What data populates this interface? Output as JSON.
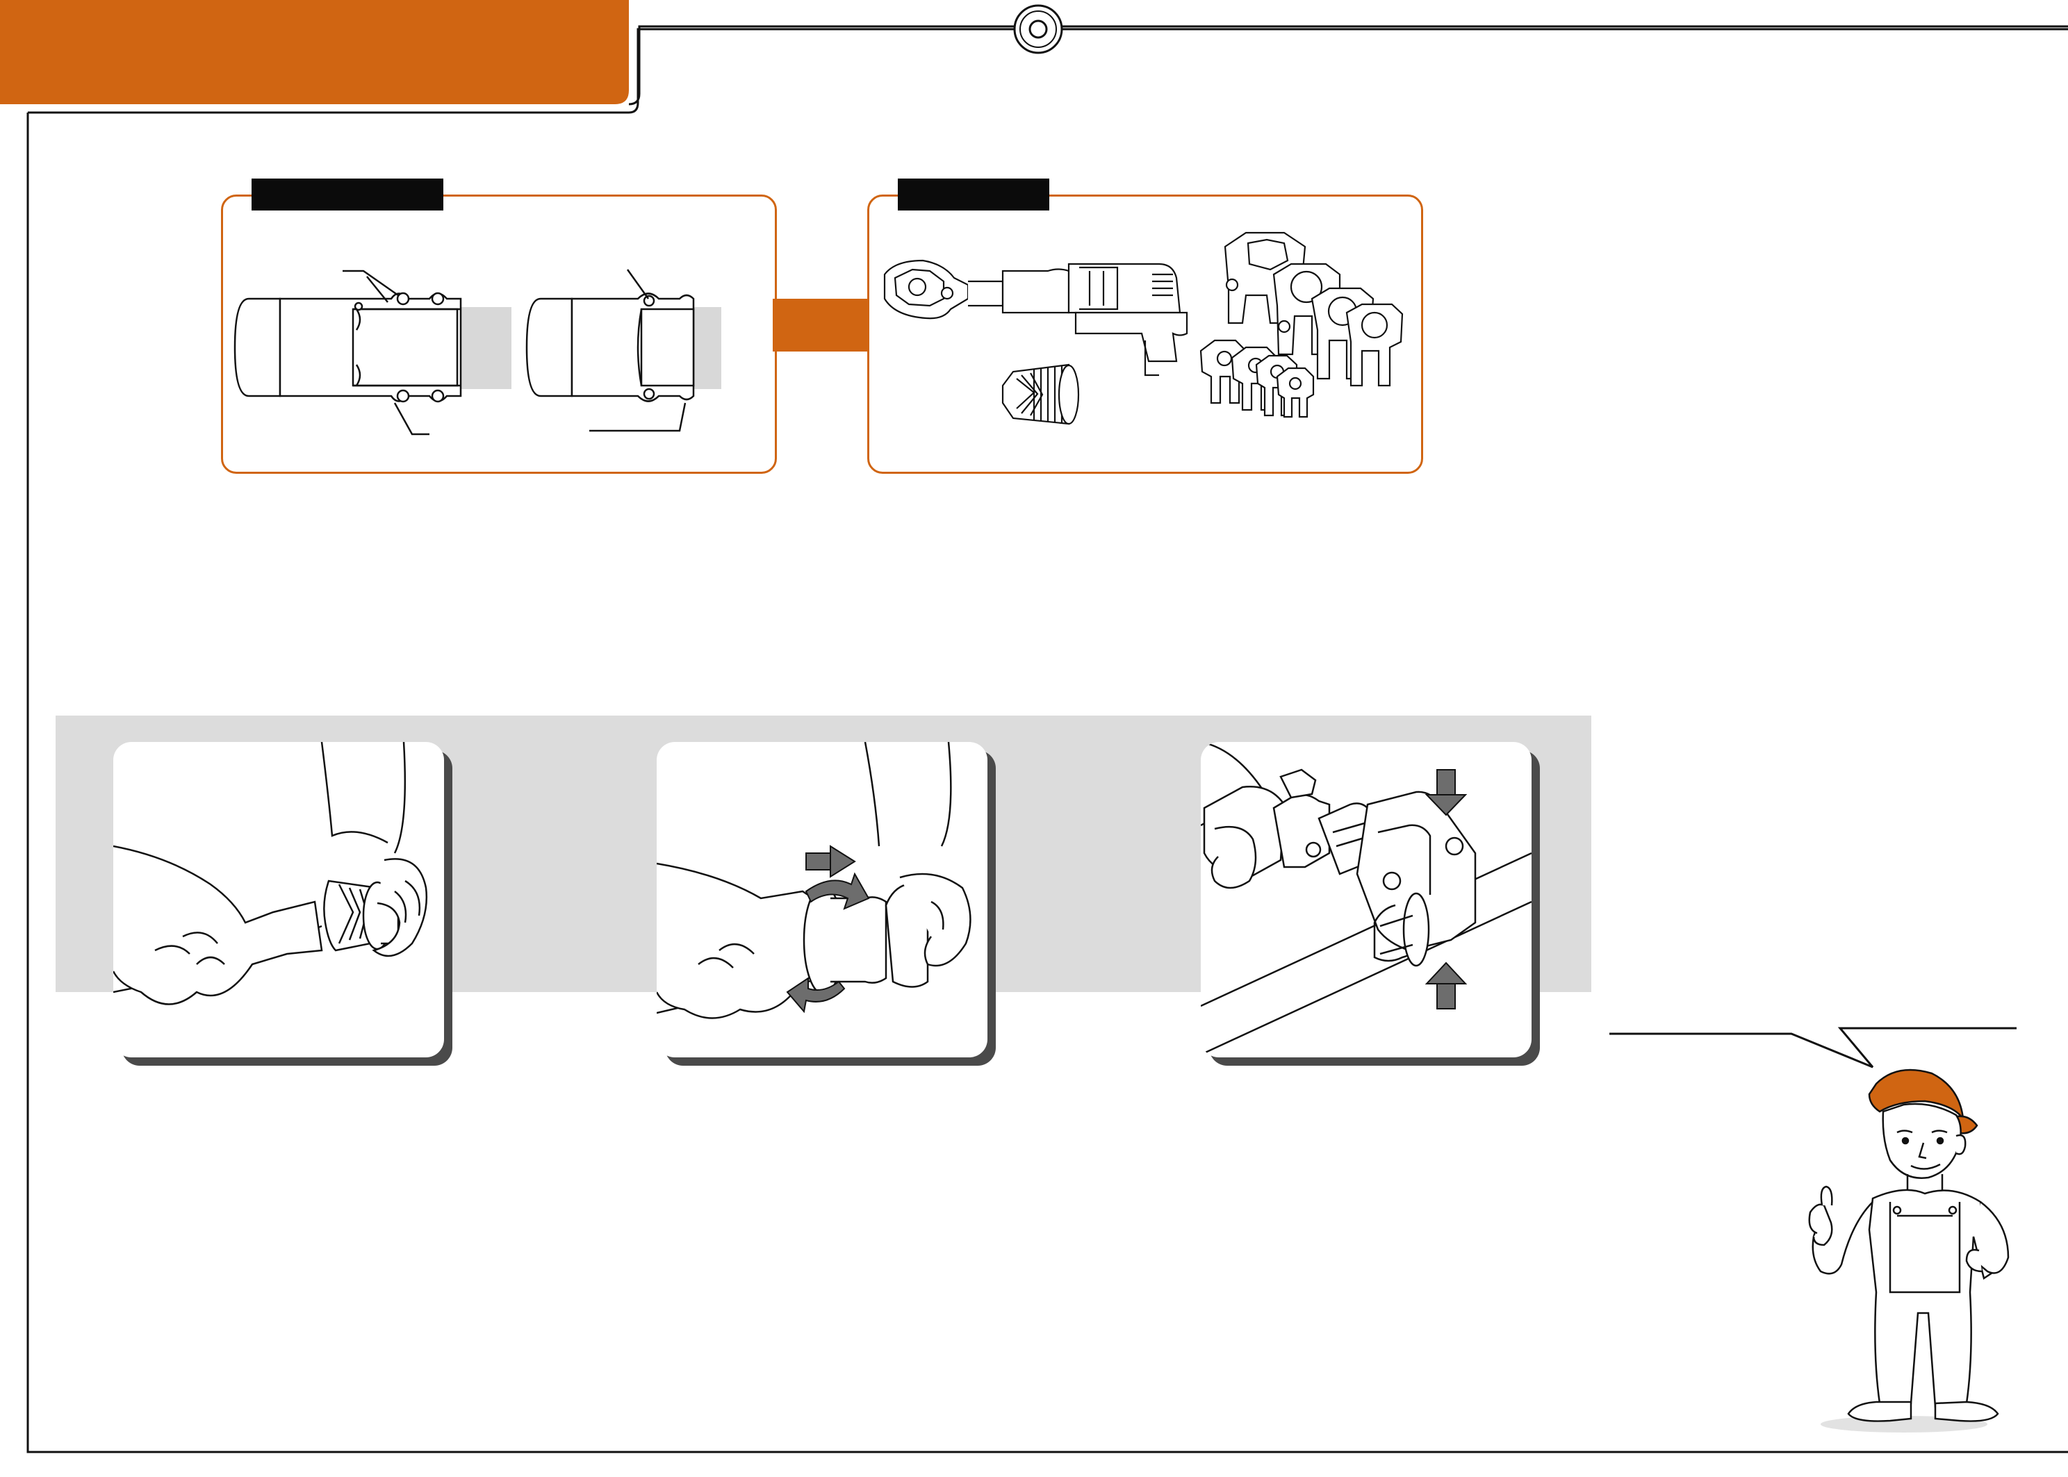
{
  "page": {
    "header_title": "",
    "brand_color": "#d06512",
    "frame_color": "#111111",
    "band_color": "#dcdcdc",
    "arrow_color": "#6d6d6d"
  },
  "top_panels": [
    {
      "id": "press-fitting-section",
      "tab_label": ""
    },
    {
      "id": "tools-section",
      "tab_label": ""
    }
  ],
  "steps": [
    {
      "id": "step-deburr",
      "icon": "deburring-tool-icon",
      "caption": ""
    },
    {
      "id": "step-insert",
      "icon": "rotate-arrows-icon",
      "caption": ""
    },
    {
      "id": "step-press",
      "icon": "press-arrows-icon",
      "caption": ""
    }
  ],
  "mascot": {
    "icon": "plumber-mascot-icon",
    "speech": ""
  }
}
